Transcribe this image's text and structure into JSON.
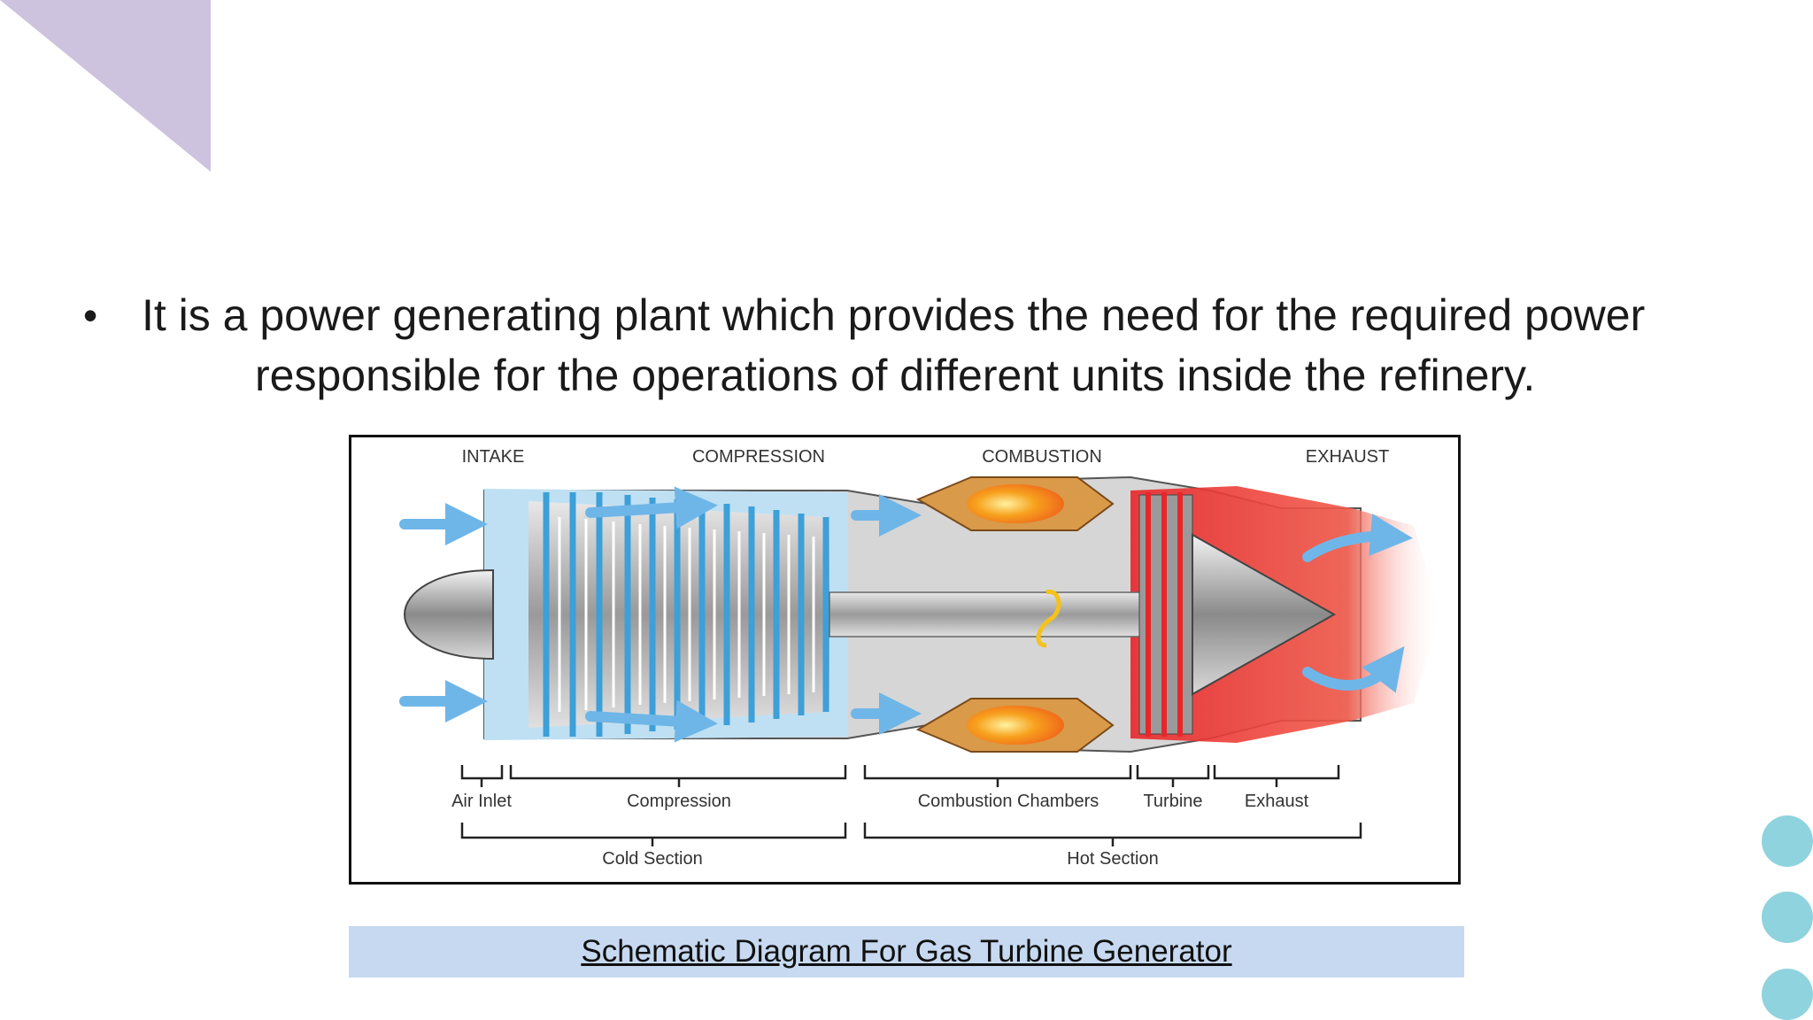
{
  "slide": {
    "bullet_text_line1": "It is a power generating plant which provides the need for the required power",
    "bullet_text_line2": "responsible for the operations of different units inside the refinery.",
    "bullet_glyph": "•"
  },
  "diagram": {
    "stage_labels": {
      "intake": "INTAKE",
      "compression": "COMPRESSION",
      "combustion": "COMBUSTION",
      "exhaust": "EXHAUST"
    },
    "part_labels": {
      "air_inlet": "Air Inlet",
      "compression": "Compression",
      "combustion_chambers": "Combustion Chambers",
      "turbine": "Turbine",
      "exhaust": "Exhaust"
    },
    "section_labels": {
      "cold": "Cold Section",
      "hot": "Hot Section"
    }
  },
  "caption": {
    "text": "Schematic Diagram For Gas Turbine Generator"
  },
  "colors": {
    "triangle": "#cdc3de",
    "dots": "#8fd3de",
    "caption_bg": "#c6d9f0",
    "airflow": "#6fb6e8",
    "compressor_blue": "#3da0d8",
    "flame": "#f39a1e",
    "hot_red": "#e8262a"
  },
  "icons": [
    "decorative-triangle",
    "decorative-dot",
    "airflow-arrow-icon",
    "rotation-arrow-icon"
  ]
}
